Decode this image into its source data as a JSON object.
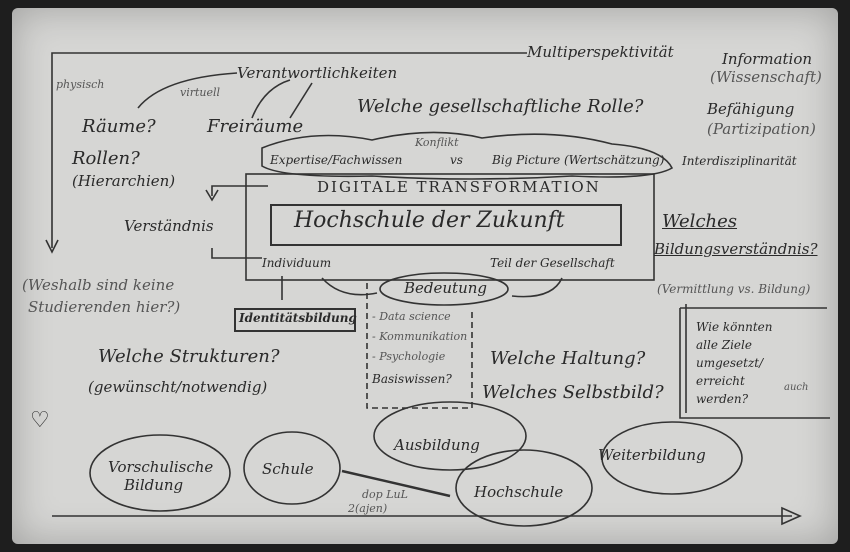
{
  "texts": {
    "multiperspektivitaet": "Multiperspektivität",
    "information": "Information",
    "wissenschaft": "(Wissenschaft)",
    "verantwortlichkeiten": "Verantwortlichkeiten",
    "physisch": "physisch",
    "virtuell": "virtuell",
    "raeume": "Räume?",
    "freiraeume": "Freiräume",
    "gesellschaftliche_rolle": "Welche gesellschaftliche Rolle?",
    "befaehigung": "Befähigung",
    "partizipation": "(Partizipation)",
    "interdisziplinaritaet": "Interdisziplinarität",
    "rollen": "Rollen?",
    "hierarchien": "(Hierarchien)",
    "konflikt": "Konflikt",
    "expertise": "Expertise/Fachwissen",
    "vs": "vs",
    "big_picture": "Big Picture (Wertschätzung)",
    "digitale_transformation": "DIGITALE TRANSFORMATION",
    "hochschule_zukunft": "Hochschule der Zukunft",
    "verstaendnis": "Verständnis",
    "individuum": "Individuum",
    "teil_gesellschaft": "Teil der Gesellschaft",
    "welches": "Welches",
    "bildungsverstaendnis": "Bildungsverständnis?",
    "vermittlung": "(Vermittlung vs. Bildung)",
    "weshalb1": "(Weshalb sind keine",
    "weshalb2": "Studierenden hier?)",
    "bedeutung": "Bedeutung",
    "identitaetsbildung": "Identitätsbildung",
    "data_science": "- Data science",
    "kommunikation": "- Kommunikation",
    "psychologie": "- Psychologie",
    "basiswissen": "Basiswissen?",
    "welche_strukturen": "Welche Strukturen?",
    "gewuenscht": "(gewünscht/notwendig)",
    "welche_haltung": "Welche Haltung?",
    "welches_selbstbild": "Welches Selbstbild?",
    "ziele1": "Wie könnten",
    "ziele2": "alle Ziele",
    "ziele3": "umgesetzt/",
    "ziele4": "erreicht",
    "ziele5": "werden?",
    "auch_bildung": "auch",
    "ausbildung": "Ausbildung",
    "weiterbildung": "Weiterbildung",
    "vorschulische1": "Vorschulische",
    "vorschulische2": "Bildung",
    "schule": "Schule",
    "hochschule": "Hochschule",
    "dop": "dop LuL",
    "z_ajen": "2(ajen)",
    "heart": "♡"
  }
}
